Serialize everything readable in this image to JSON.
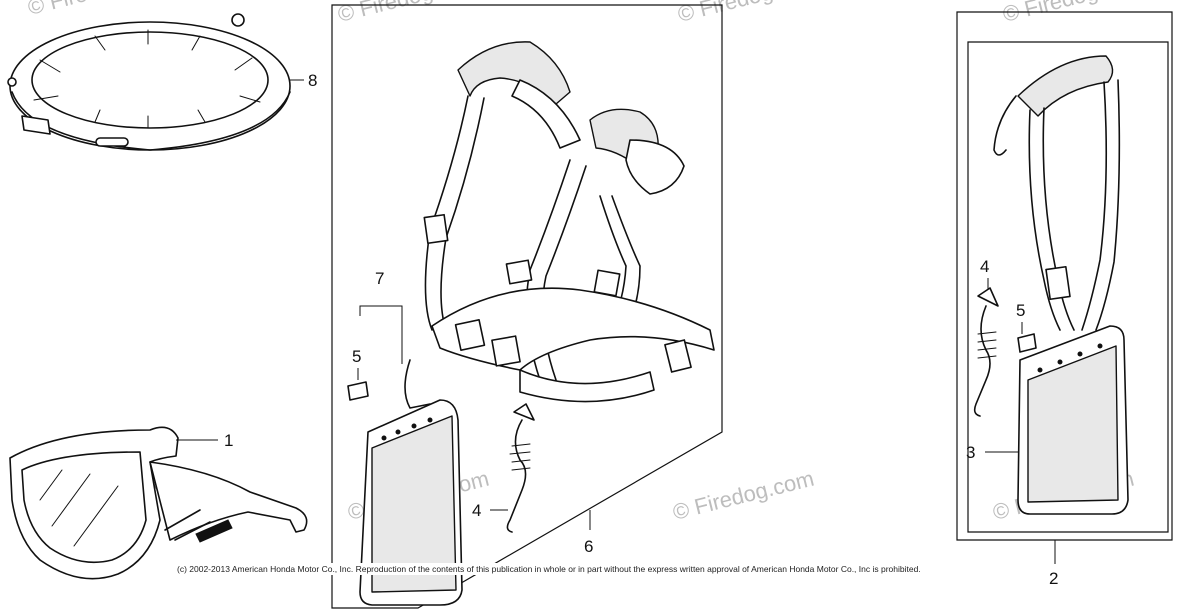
{
  "callouts": {
    "c1": "1",
    "c2": "2",
    "c3": "3",
    "c4a": "4",
    "c4b": "4",
    "c5a": "5",
    "c5b": "5",
    "c6": "6",
    "c7": "7",
    "c8": "8"
  },
  "watermark": "© Firedog.com",
  "copyright": "(c) 2002-2013 American Honda Motor Co., Inc. Reproduction of the contents of this publication in whole or in part without the express written approval of American Honda Motor Co., Inc is prohibited.",
  "colors": {
    "ink": "#111111",
    "watermark": "#bdbdbd",
    "background": "#ffffff"
  }
}
